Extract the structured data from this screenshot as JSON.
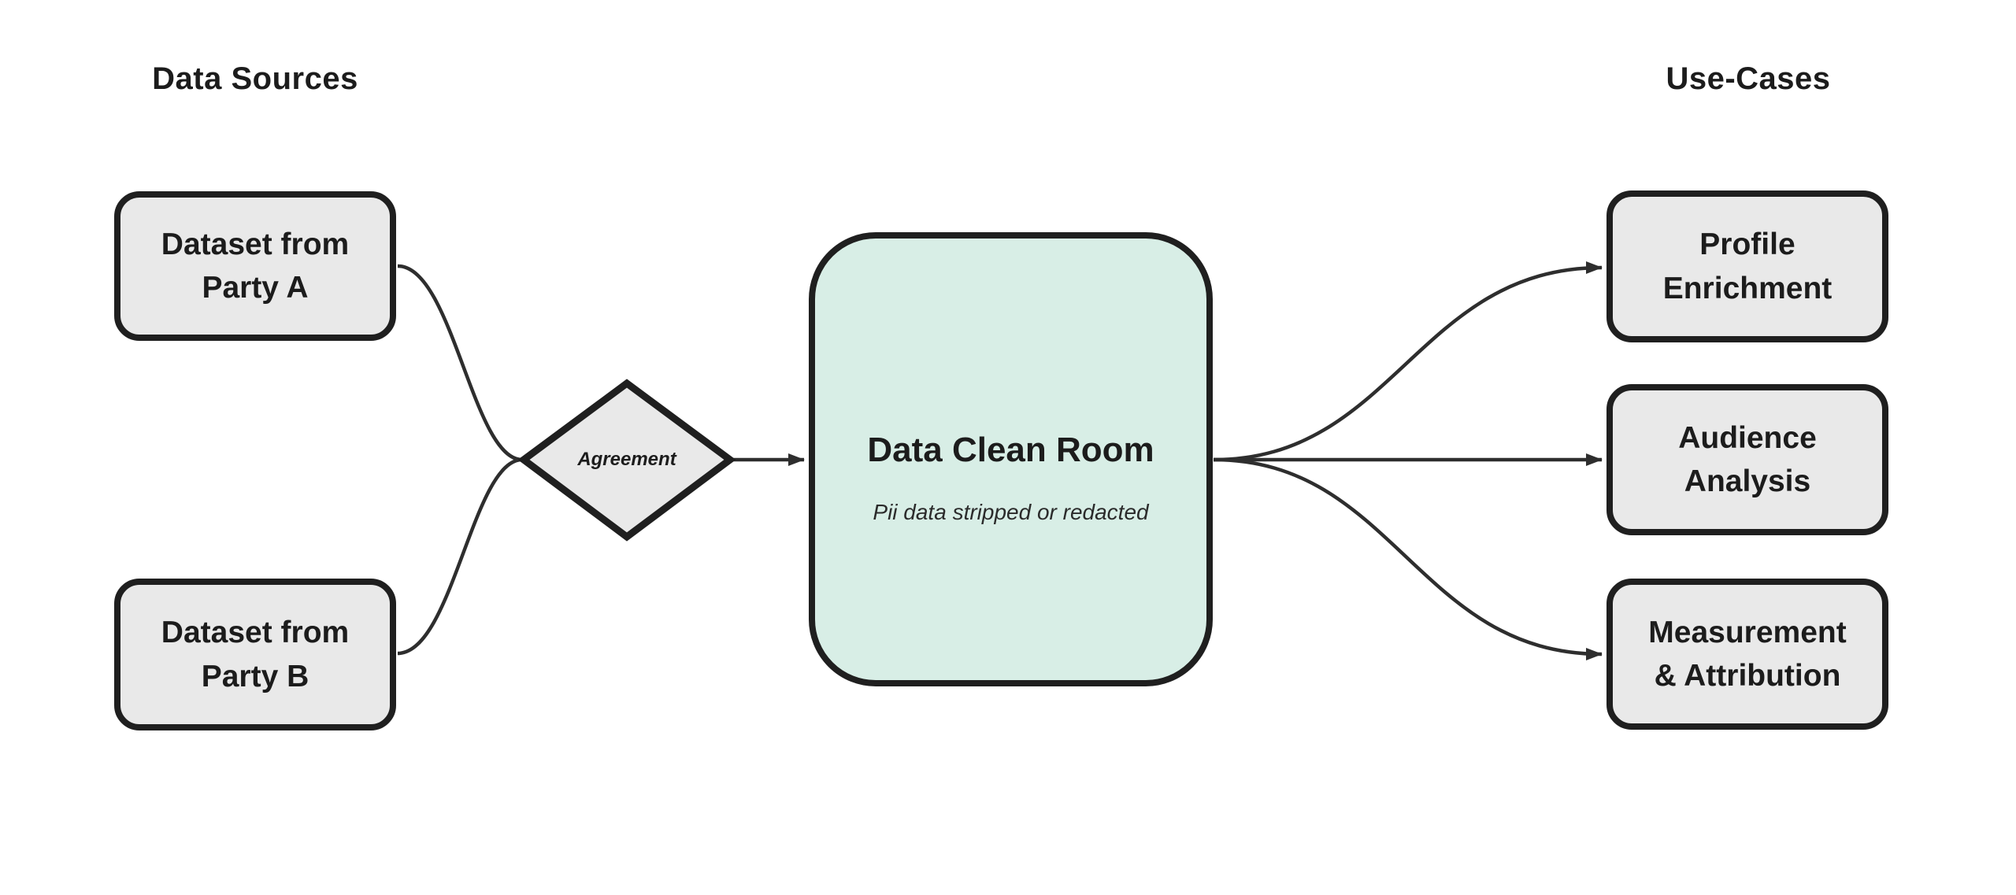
{
  "titles": {
    "data_sources": "Data Sources",
    "use_cases": "Use-Cases"
  },
  "nodes": {
    "party_a": {
      "label": "Dataset from\nParty A"
    },
    "party_b": {
      "label": "Dataset from\nParty B"
    },
    "agreement": {
      "label": "Agreement"
    },
    "clean_room": {
      "title": "Data Clean Room",
      "subtitle": "Pii data stripped or redacted"
    },
    "profile_enrichment": {
      "label": "Profile\nEnrichment"
    },
    "audience_analysis": {
      "label": "Audience\nAnalysis"
    },
    "measurement_attribution": {
      "label": "Measurement\n& Attribution"
    }
  },
  "colors": {
    "background": "#ffffff",
    "node_fill": "#e9e9e9",
    "clean_room_fill": "#d8eee6",
    "node_border": "#1f1f1f",
    "connector": "#2e2e2e",
    "text": "#1c1c1c"
  }
}
